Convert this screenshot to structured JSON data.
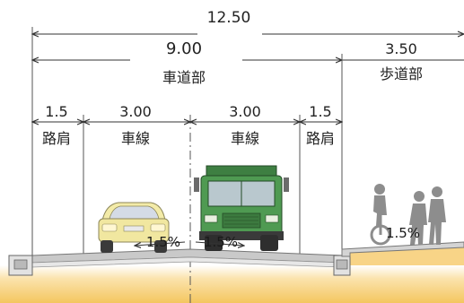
{
  "dimensions": {
    "total": "12.50",
    "roadway": "9.00",
    "sidewalk": "3.50",
    "shoulder_left": "1.5",
    "lane_left": "3.00",
    "lane_right": "3.00",
    "shoulder_right": "1.5"
  },
  "labels": {
    "roadway": "車道部",
    "sidewalk": "歩道部",
    "shoulder_left": "路肩",
    "lane_left": "車線",
    "lane_right": "車線",
    "shoulder_right": "路肩"
  },
  "slopes": {
    "left_lane": "1.5%",
    "right_lane": "1.5%",
    "sidewalk": "1.5%"
  },
  "colors": {
    "car_body": "#f3eba8",
    "truck_body": "#4f9a52",
    "ground": "#f6c863",
    "pavement": "#c9c9c9",
    "dim_line": "#444444"
  }
}
